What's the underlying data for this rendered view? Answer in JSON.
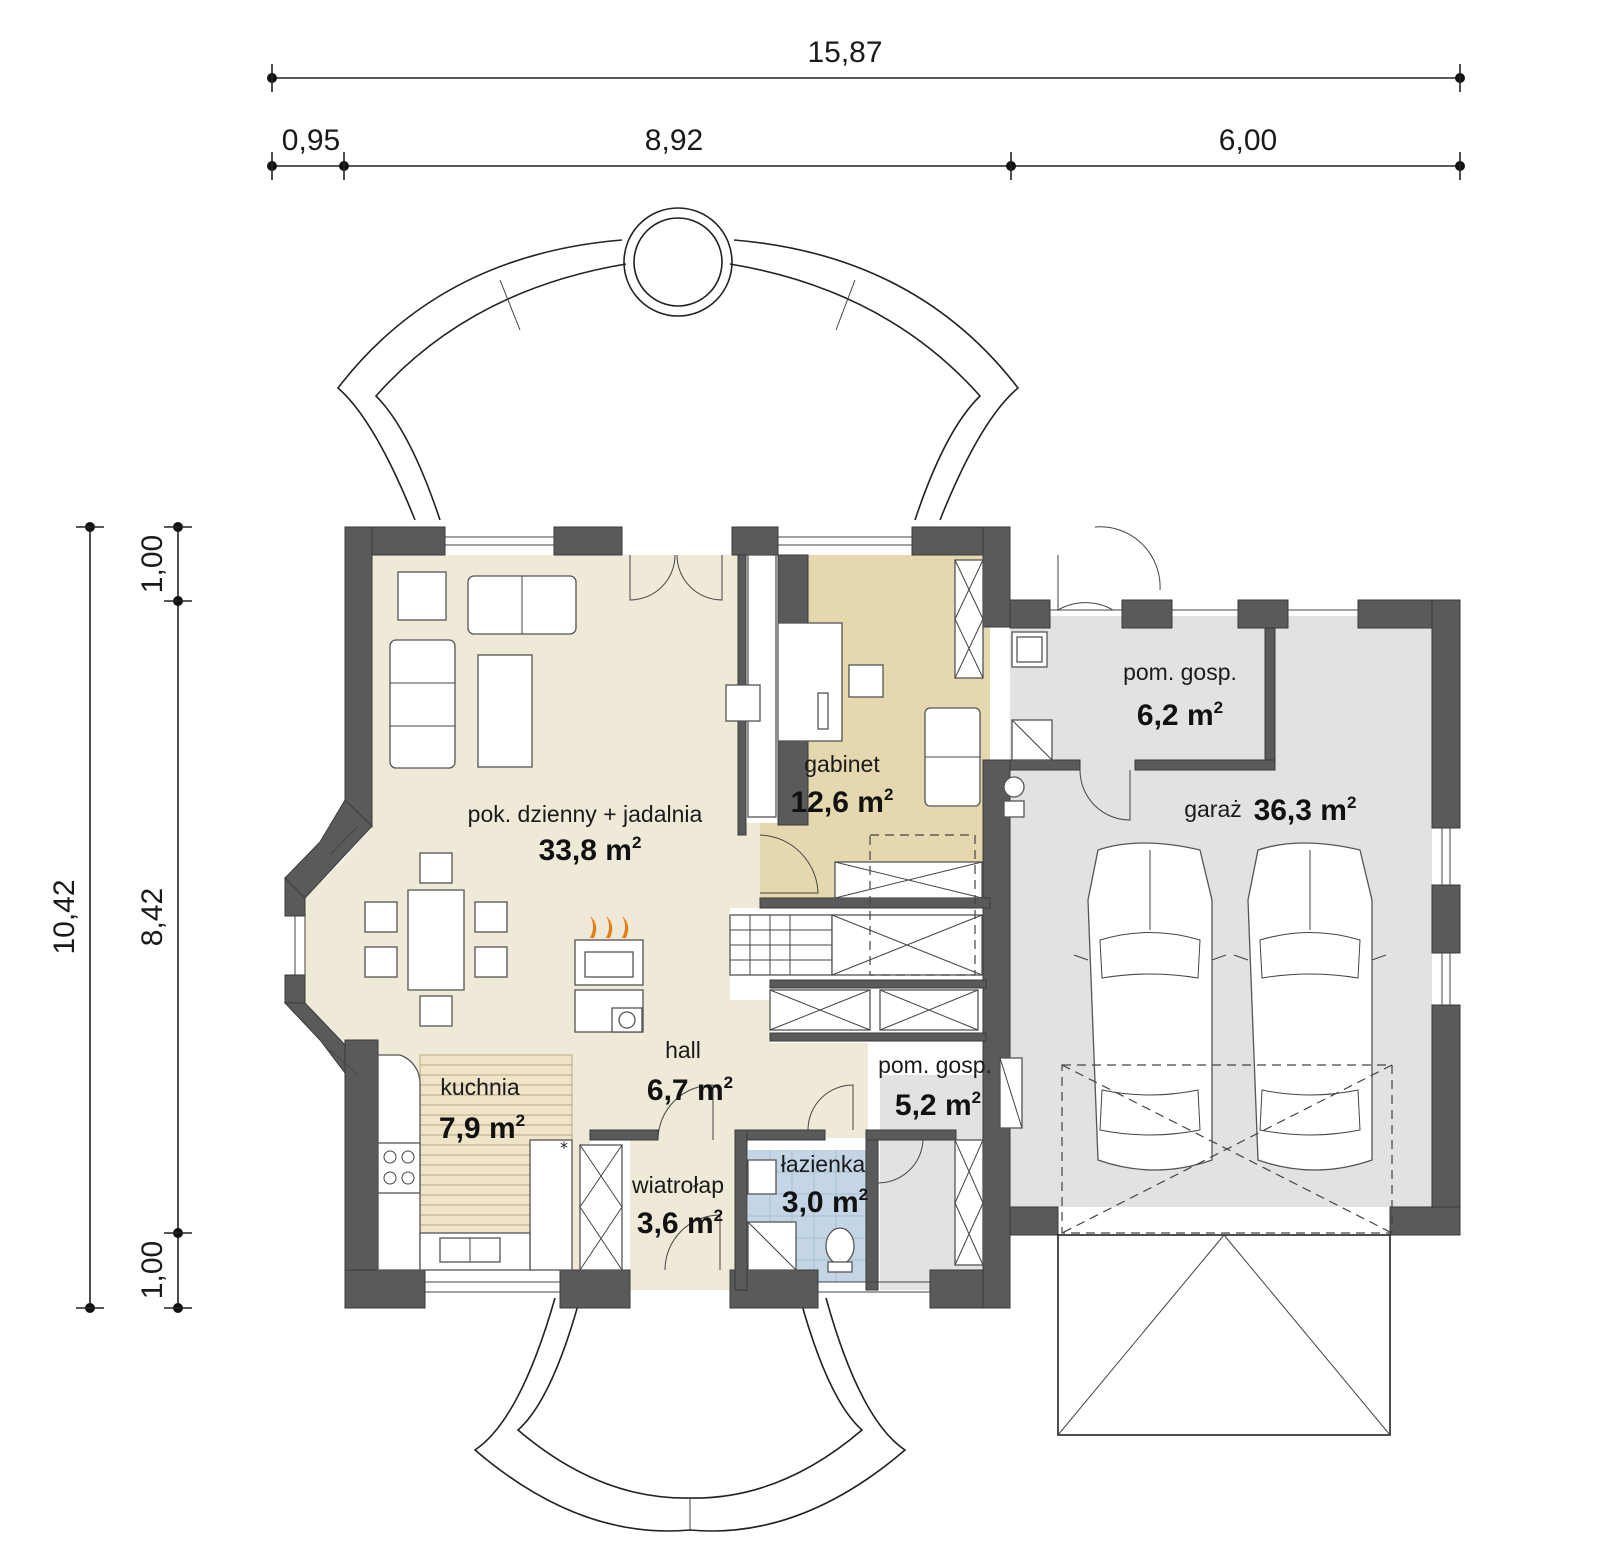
{
  "dimensions": {
    "top_total": "15,87",
    "top_segment_1": "0,95",
    "top_segment_2": "8,92",
    "top_segment_3": "6,00",
    "left_total": "10,42",
    "left_segment_1": "1,00",
    "left_segment_2": "8,42",
    "left_segment_3": "1,00"
  },
  "rooms": {
    "living": {
      "name": "pok. dzienny + jadalnia",
      "area": "33,8 m",
      "sup": "2"
    },
    "study": {
      "name": "gabinet",
      "area": "12,6 m",
      "sup": "2"
    },
    "utility_1": {
      "name": "pom. gosp.",
      "area": "6,2 m",
      "sup": "2"
    },
    "garage": {
      "name": "garaż",
      "area": "36,3 m",
      "sup": "2"
    },
    "hall": {
      "name": "hall",
      "area": "6,7 m",
      "sup": "2"
    },
    "utility_2": {
      "name": "pom. gosp.",
      "area": "5,2 m",
      "sup": "2"
    },
    "kitchen": {
      "name": "kuchnia",
      "area": "7,9 m",
      "sup": "2"
    },
    "vestibule": {
      "name": "wiatrołap",
      "area": "3,6 m",
      "sup": "2"
    },
    "bathroom": {
      "name": "łazienka",
      "area": "3,0 m",
      "sup": "2"
    }
  },
  "colors": {
    "living_floor": "#efe9d8",
    "study_floor": "#e6d8ae",
    "garage_floor": "#e2e2e4",
    "bathroom_floor": "#c4d6e6",
    "wall": "#5a5a5c"
  }
}
